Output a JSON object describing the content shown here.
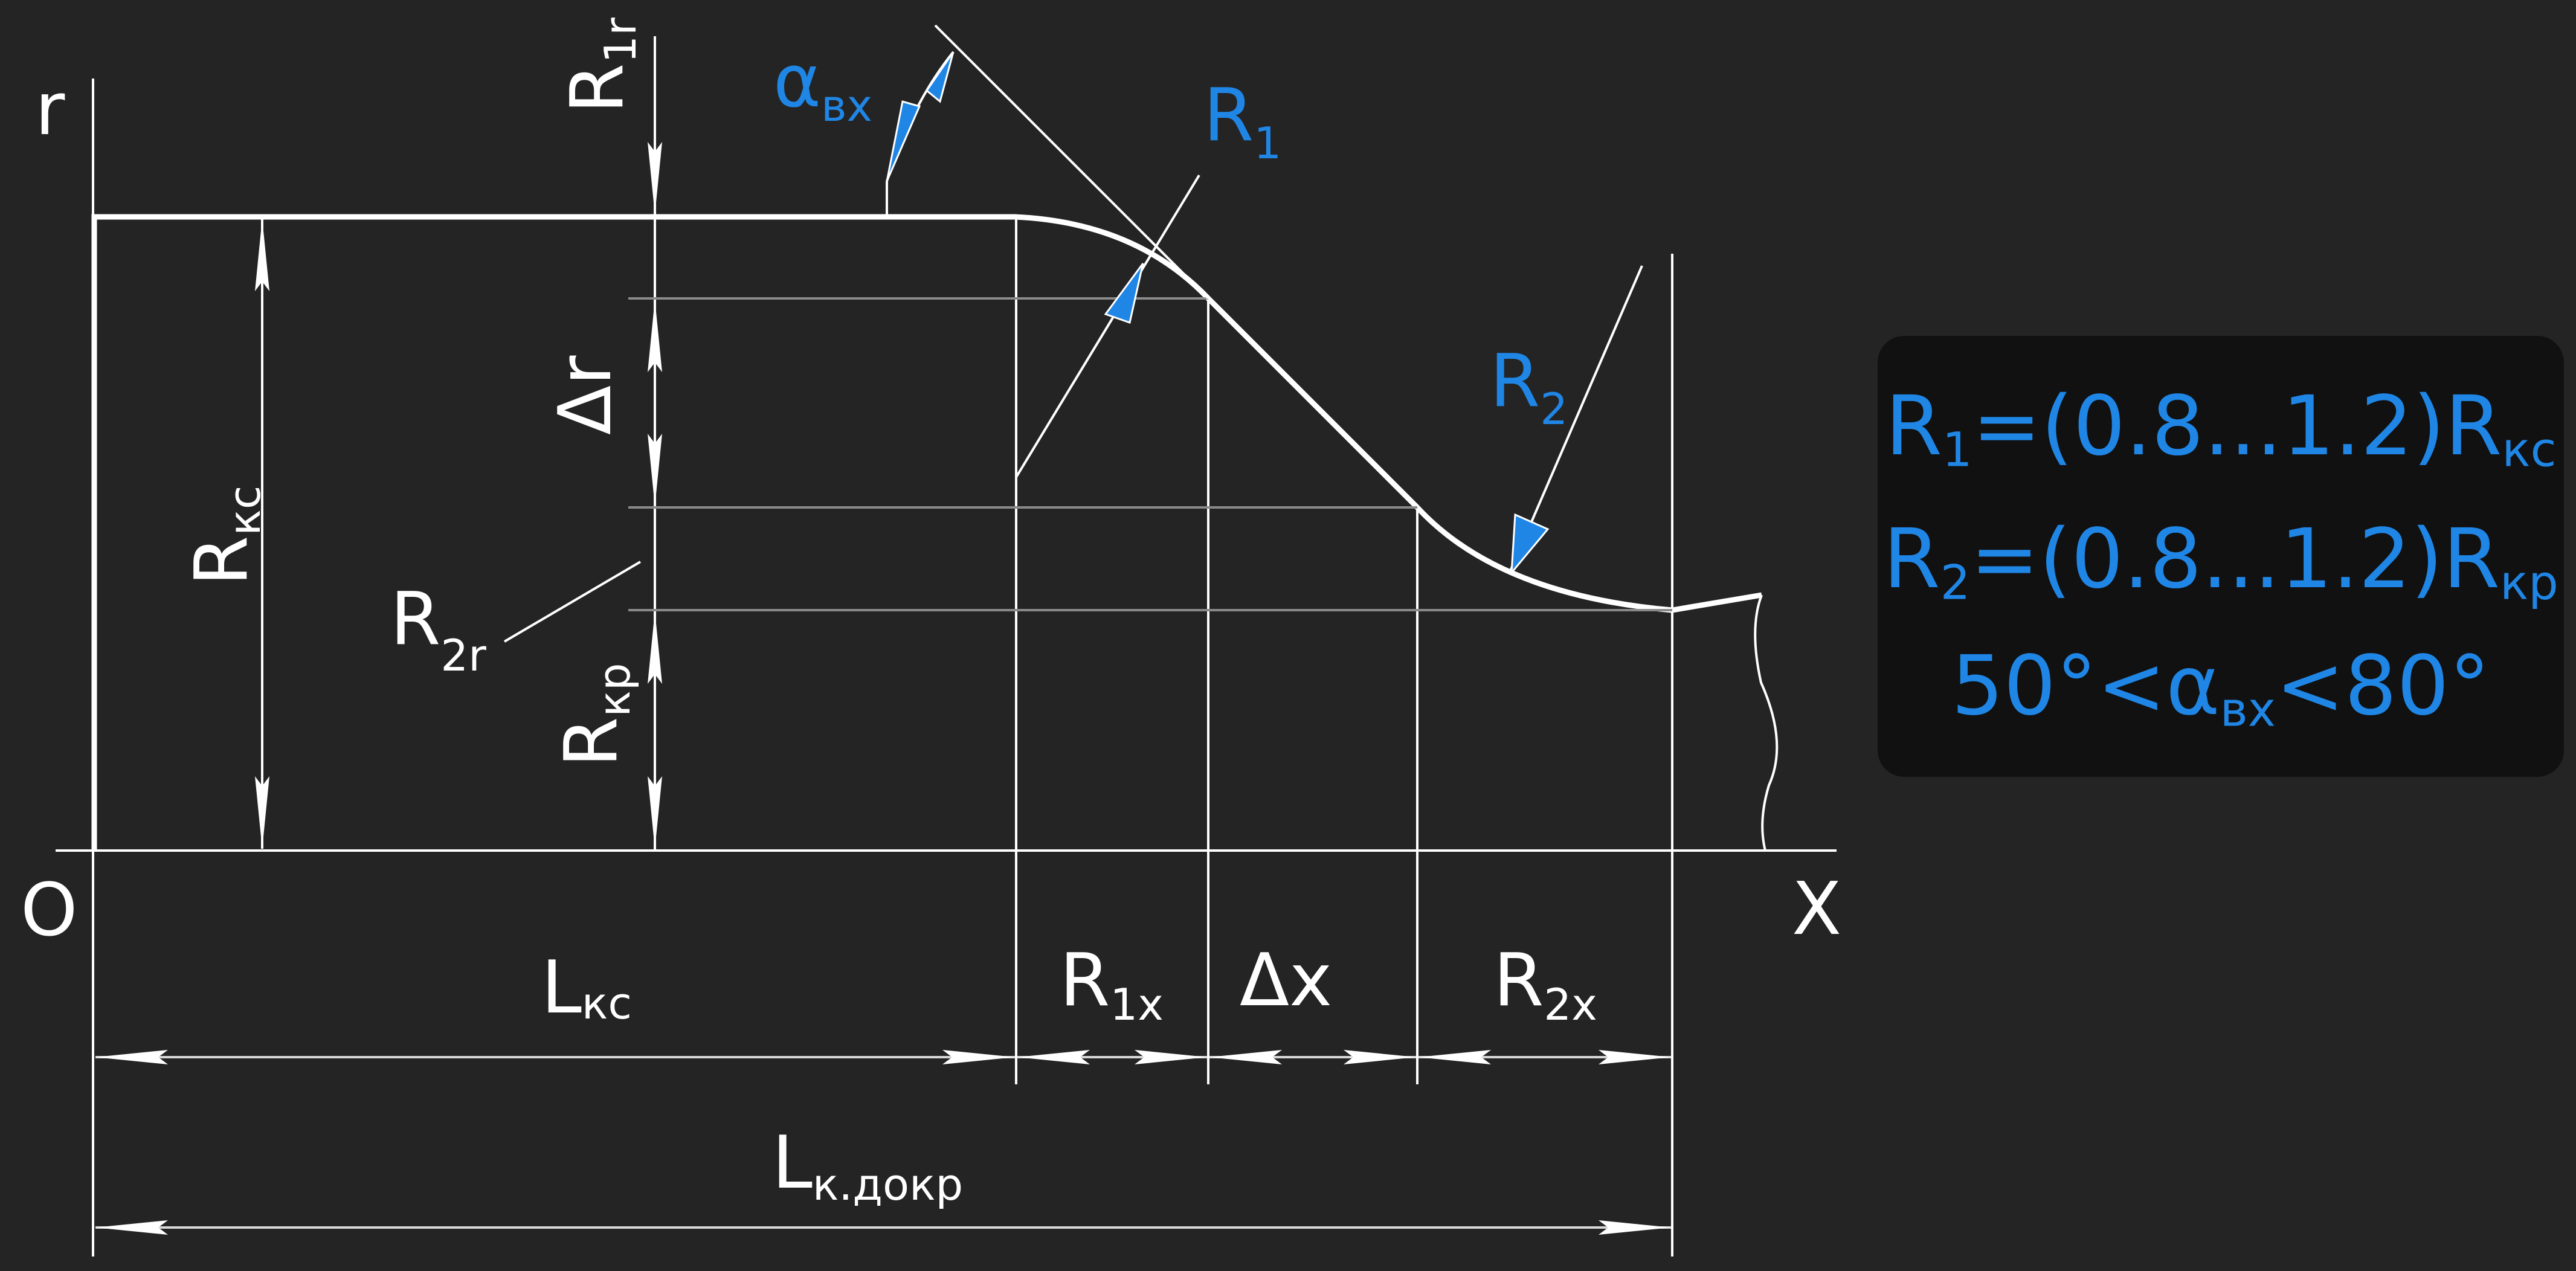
{
  "axes": {
    "r": "r",
    "origin": "O",
    "x": "X"
  },
  "labels": {
    "R1r": {
      "main": "R",
      "sub": "1r"
    },
    "alpha_in": {
      "main": "α",
      "sub": "вх"
    },
    "R1": {
      "main": "R",
      "sub": "1"
    },
    "R2": {
      "main": "R",
      "sub": "2"
    },
    "delta_r": {
      "main": "Δr"
    },
    "R_ks": {
      "main": "R",
      "sub": "кс"
    },
    "R2r": {
      "main": "R",
      "sub": "2r"
    },
    "R_kr": {
      "main": "R",
      "sub": "кр"
    },
    "L_ks": {
      "main": "L",
      "sub": "кс"
    },
    "R1x": {
      "main": "R",
      "sub": "1x"
    },
    "delta_x": {
      "main": "Δx"
    },
    "R2x": {
      "main": "R",
      "sub": "2x"
    },
    "L_total": {
      "main": "L",
      "sub": "к.докр"
    }
  },
  "formulas": [
    {
      "pre": "R",
      "sub1": "1",
      "mid": "=(0.8...1.2)R",
      "sub2": "кс"
    },
    {
      "pre": "R",
      "sub1": "2",
      "mid": "=(0.8...1.2)R",
      "sub2": "кр"
    },
    {
      "pre": "50°<α",
      "sub1": "вх",
      "mid": "<80°",
      "sub2": ""
    }
  ],
  "colors": {
    "background": "#242424",
    "accent": "#1f86e6",
    "line": "#ffffff",
    "panel": "#111111"
  }
}
